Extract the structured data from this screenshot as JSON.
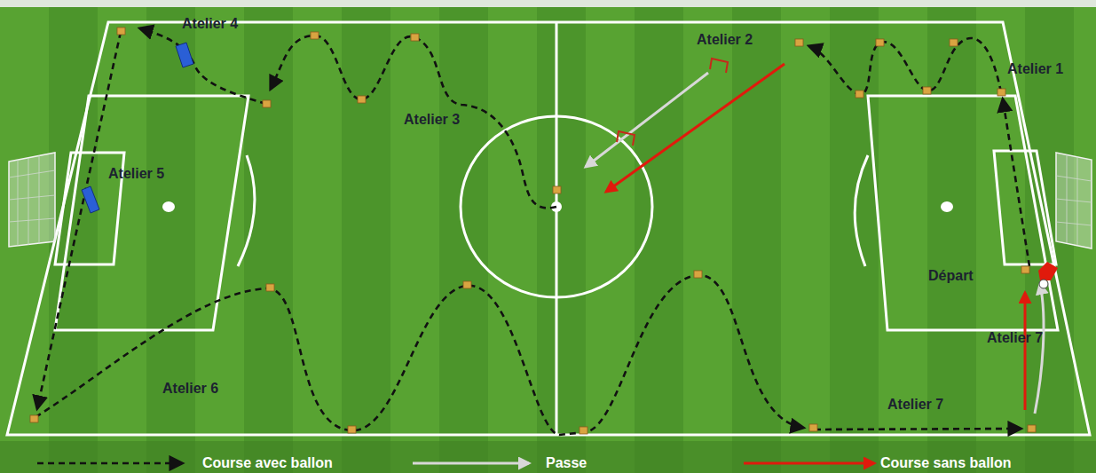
{
  "diagram": {
    "labels": [
      "Atelier 4",
      "Atelier 2",
      "Atelier 1",
      "Atelier 3",
      "Atelier 5",
      "Départ",
      "Atelier 7",
      "Atelier 6",
      "Atelier 7"
    ],
    "legend": [
      {
        "text": "Course avec ballon"
      },
      {
        "text": "Passe"
      },
      {
        "text": "Course sans ballon"
      }
    ]
  }
}
